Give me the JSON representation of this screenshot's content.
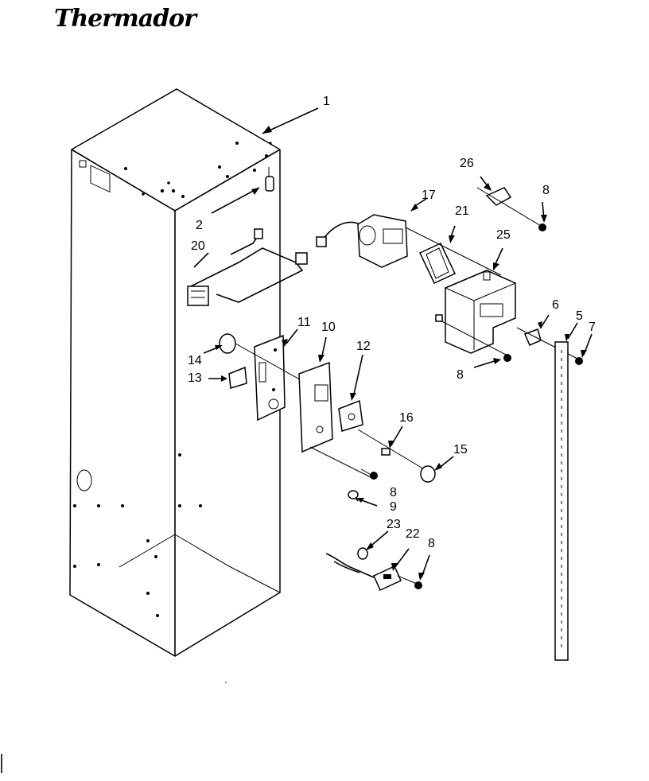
{
  "brand": {
    "logo_text": "Thermador"
  },
  "callouts": [
    {
      "id": "c1",
      "label": "1"
    },
    {
      "id": "c2",
      "label": "2"
    },
    {
      "id": "c20",
      "label": "20"
    },
    {
      "id": "c17",
      "label": "17"
    },
    {
      "id": "c21",
      "label": "21"
    },
    {
      "id": "c26",
      "label": "26"
    },
    {
      "id": "c8a",
      "label": "8"
    },
    {
      "id": "c25",
      "label": "25"
    },
    {
      "id": "c6",
      "label": "6"
    },
    {
      "id": "c5",
      "label": "5"
    },
    {
      "id": "c7",
      "label": "7"
    },
    {
      "id": "c8b",
      "label": "8"
    },
    {
      "id": "c11",
      "label": "11"
    },
    {
      "id": "c10",
      "label": "10"
    },
    {
      "id": "c14",
      "label": "14"
    },
    {
      "id": "c12",
      "label": "12"
    },
    {
      "id": "c13",
      "label": "13"
    },
    {
      "id": "c16",
      "label": "16"
    },
    {
      "id": "c15",
      "label": "15"
    },
    {
      "id": "c8c",
      "label": "8"
    },
    {
      "id": "c9",
      "label": "9"
    },
    {
      "id": "c23",
      "label": "23"
    },
    {
      "id": "c22",
      "label": "22"
    },
    {
      "id": "c8d",
      "label": "8"
    }
  ]
}
